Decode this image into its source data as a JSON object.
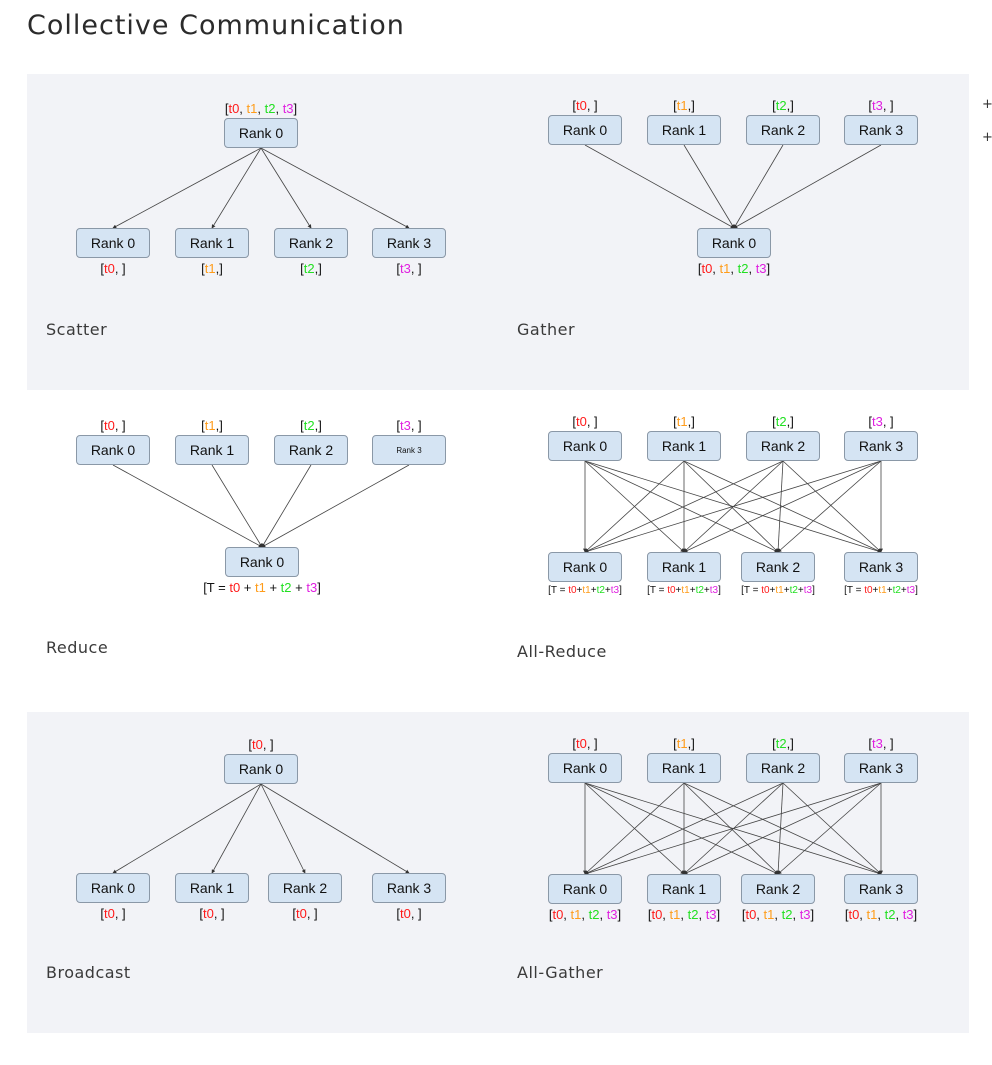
{
  "page": {
    "title": "Collective Communication",
    "plus_buttons": [
      "+",
      "+"
    ]
  },
  "colors": {
    "t0": "#ff1a1a",
    "t1": "#ff9c1a",
    "t2": "#22e022",
    "t3": "#e020e0",
    "node_fill": "#d5e4f3",
    "band": "#f2f3f7"
  },
  "panels": [
    {
      "title": "Scatter",
      "nodes": [
        {
          "label": "Rank 0",
          "tensor": "[t0, t1, t2, t3]"
        },
        {
          "label": "Rank 0",
          "tensor": "[t0, ]"
        },
        {
          "label": "Rank 1",
          "tensor": "[t1,]"
        },
        {
          "label": "Rank 2",
          "tensor": "[t2,]"
        },
        {
          "label": "Rank 3",
          "tensor": "[t3, ]"
        }
      ]
    },
    {
      "title": "Gather",
      "nodes": [
        {
          "label": "Rank 0",
          "tensor": "[t0, ]"
        },
        {
          "label": "Rank 1",
          "tensor": "[t1,]"
        },
        {
          "label": "Rank 2",
          "tensor": "[t2,]"
        },
        {
          "label": "Rank 3",
          "tensor": "[t3, ]"
        },
        {
          "label": "Rank 0",
          "tensor": "[t0, t1, t2, t3]"
        }
      ]
    },
    {
      "title": "Reduce",
      "nodes": [
        {
          "label": "Rank 0",
          "tensor": "[t0, ]"
        },
        {
          "label": "Rank 1",
          "tensor": "[t1,]"
        },
        {
          "label": "Rank 2",
          "tensor": "[t2,]"
        },
        {
          "label": "Rank 3",
          "tensor": "[t3, ]"
        },
        {
          "label": "Rank 0",
          "tensor": "[T = t0 + t1 + t2 + t3]"
        }
      ]
    },
    {
      "title": "All-Reduce",
      "nodes": [
        {
          "label": "Rank 0",
          "tensor": "[t0, ]"
        },
        {
          "label": "Rank 1",
          "tensor": "[t1,]"
        },
        {
          "label": "Rank 2",
          "tensor": "[t2,]"
        },
        {
          "label": "Rank 3",
          "tensor": "[t3, ]"
        },
        {
          "label": "Rank 0",
          "tensor": "[T = t0+t1+t2+t3]"
        },
        {
          "label": "Rank 1",
          "tensor": "[T = t0+t1+t2+t3]"
        },
        {
          "label": "Rank 2",
          "tensor": "[T = t0+t1+t2+t3]"
        },
        {
          "label": "Rank 3",
          "tensor": "[T = t0+t1+t2+t3]"
        }
      ]
    },
    {
      "title": "Broadcast",
      "nodes": [
        {
          "label": "Rank 0",
          "tensor": "[t0, ]"
        },
        {
          "label": "Rank 0",
          "tensor": "[t0, ]"
        },
        {
          "label": "Rank 1",
          "tensor": "[t0, ]"
        },
        {
          "label": "Rank 2",
          "tensor": "[t0, ]"
        },
        {
          "label": "Rank 3",
          "tensor": "[t0, ]"
        }
      ]
    },
    {
      "title": "All-Gather",
      "nodes": [
        {
          "label": "Rank 0",
          "tensor": "[t0, ]"
        },
        {
          "label": "Rank 1",
          "tensor": "[t1,]"
        },
        {
          "label": "Rank 2",
          "tensor": "[t2,]"
        },
        {
          "label": "Rank 3",
          "tensor": "[t3, ]"
        },
        {
          "label": "Rank 0",
          "tensor": "[t0, t1, t2, t3]"
        },
        {
          "label": "Rank 1",
          "tensor": "[t0, t1, t2, t3]"
        },
        {
          "label": "Rank 2",
          "tensor": "[t0, t1, t2, t3]"
        },
        {
          "label": "Rank 3",
          "tensor": "[t0, t1, t2, t3]"
        }
      ]
    }
  ]
}
